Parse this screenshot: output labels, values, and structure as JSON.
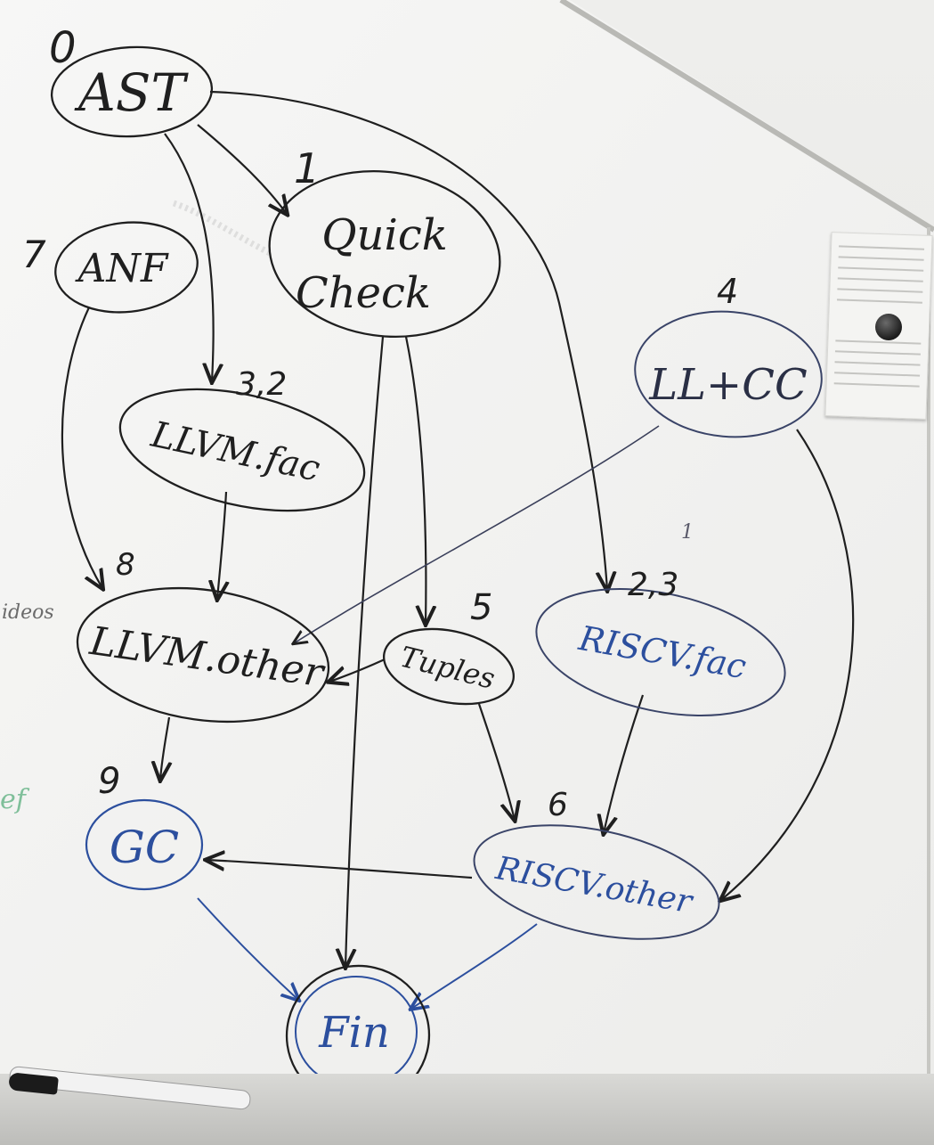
{
  "nodes": {
    "ast": {
      "label": "AST",
      "number": "0"
    },
    "quickcheck": {
      "label_line1": "Quick",
      "label_line2": "Check",
      "number": "1"
    },
    "anf": {
      "label": "ANF",
      "number": "7"
    },
    "llvm_fac": {
      "label": "LLVM.fac",
      "number": "3,2"
    },
    "llcc": {
      "label": "LL+CC",
      "number": "4"
    },
    "llvm_other": {
      "label": "LLVM.other",
      "number": "8"
    },
    "tuples": {
      "label": "Tuples",
      "number": "5"
    },
    "riscv_fac": {
      "label": "RISCV.fac",
      "number": "2,3"
    },
    "gc": {
      "label": "GC",
      "number": "9"
    },
    "riscv_other": {
      "label": "RISCV.other",
      "number": "6"
    },
    "fin": {
      "label": "Fin"
    }
  },
  "side_text": {
    "videos": "ideos",
    "ef": "ef",
    "tick": "1"
  },
  "colors": {
    "black_ink": "#1f1f1f",
    "blue_ink": "#2c4f9e",
    "green_ink": "#7fbf9a"
  }
}
